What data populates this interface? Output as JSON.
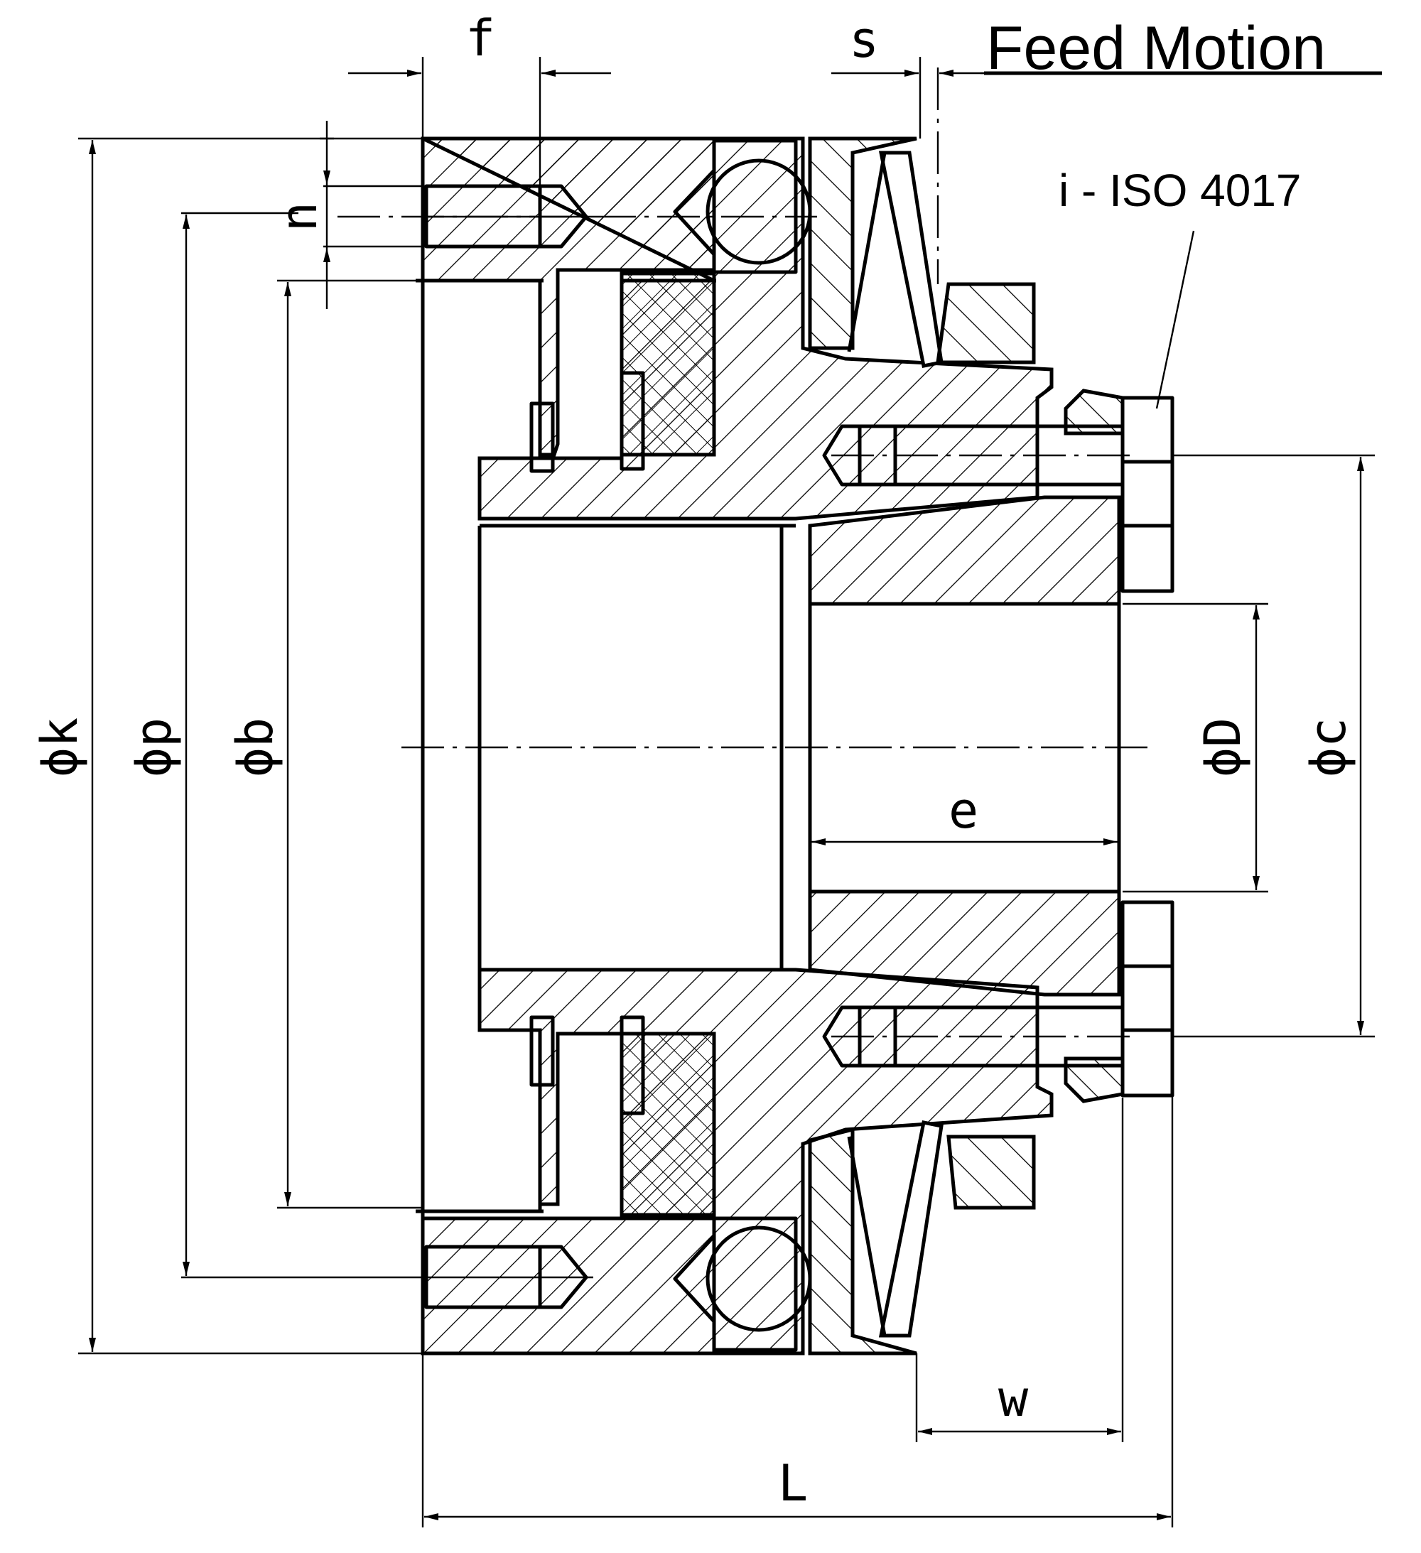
{
  "header": {
    "title": "Feed Motion"
  },
  "callout": {
    "text": "i - ISO 4017"
  },
  "dimensions": {
    "f": "f",
    "s": "s",
    "n": "n",
    "k": "ϕk",
    "p": "ϕp",
    "b": "ϕb",
    "D": "ϕD",
    "c": "ϕc",
    "e": "e",
    "w": "w",
    "L": "L"
  }
}
